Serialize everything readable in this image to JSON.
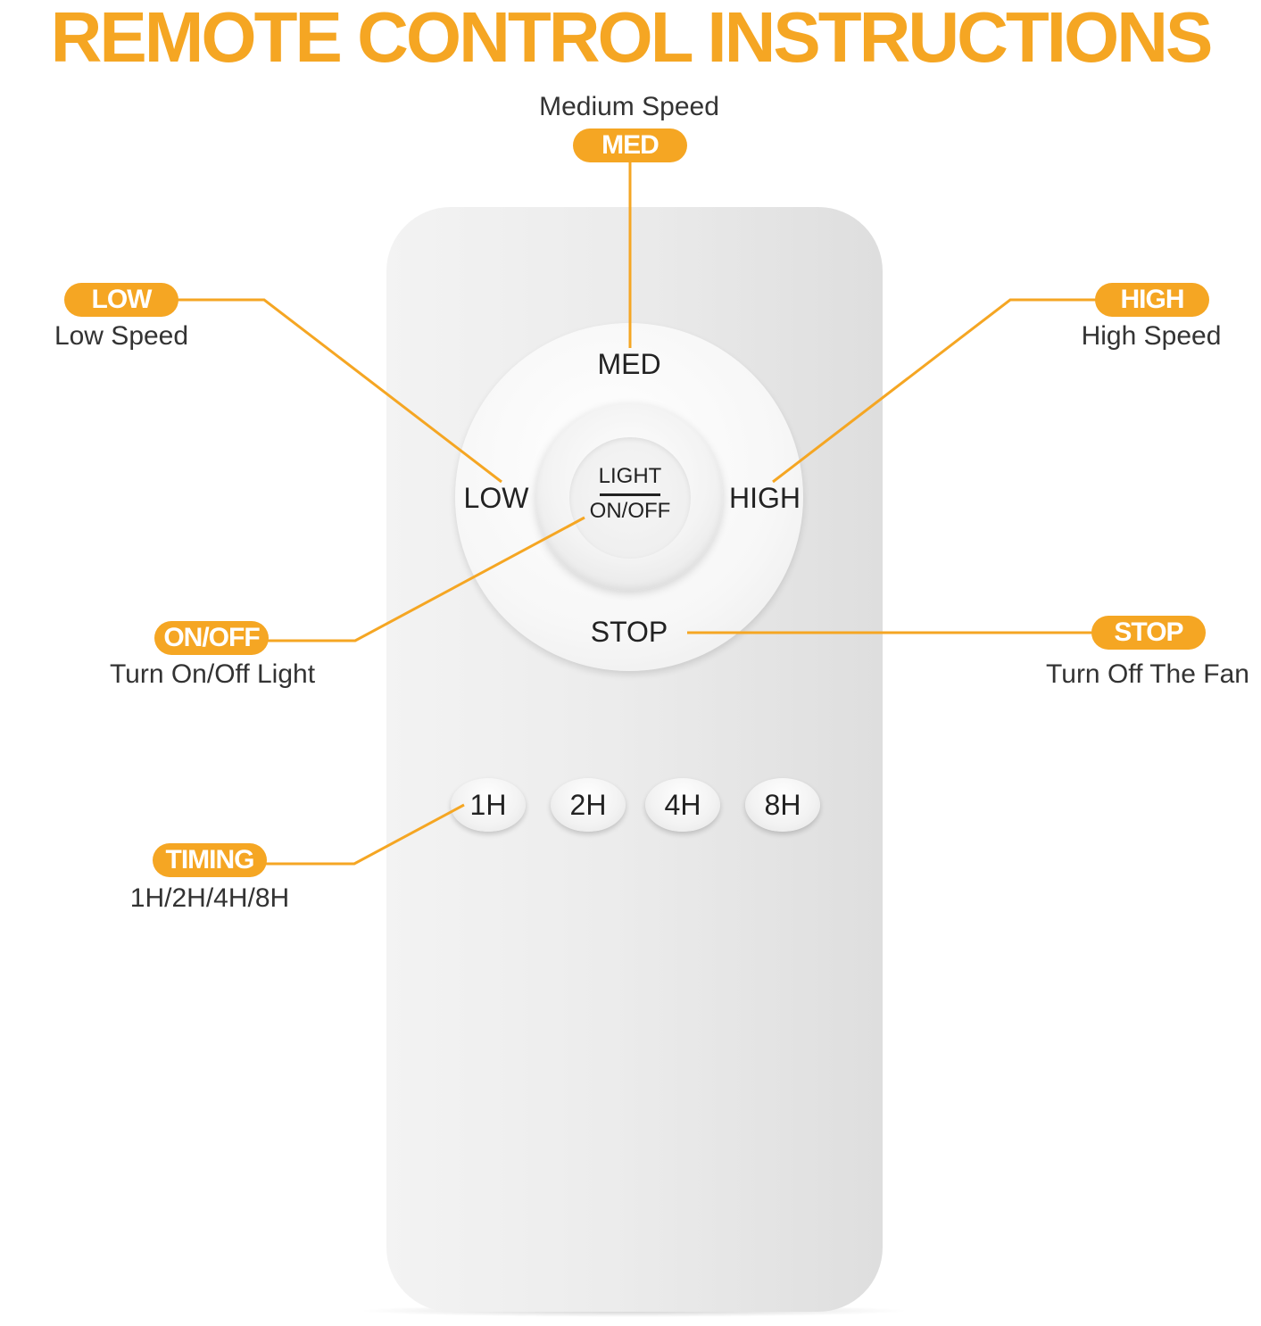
{
  "title": "REMOTE CONTROL INSTRUCTIONS",
  "colors": {
    "accent": "#f5a623",
    "text": "#333333",
    "remote_body": "#ececec"
  },
  "remote": {
    "ring_buttons": {
      "med": "MED",
      "low": "LOW",
      "high": "HIGH",
      "stop": "STOP"
    },
    "center_button": {
      "line1": "LIGHT",
      "line2": "ON/OFF"
    },
    "timer_buttons": [
      "1H",
      "2H",
      "4H",
      "8H"
    ]
  },
  "callouts": {
    "med": {
      "badge": "MED",
      "description": "Medium Speed"
    },
    "low": {
      "badge": "LOW",
      "description": "Low Speed"
    },
    "high": {
      "badge": "HIGH",
      "description": "High Speed"
    },
    "onoff": {
      "badge": "ON/OFF",
      "description": "Turn On/Off Light"
    },
    "stop": {
      "badge": "STOP",
      "description": "Turn Off The Fan"
    },
    "timing": {
      "badge": "TIMING",
      "description": "1H/2H/4H/8H"
    }
  }
}
